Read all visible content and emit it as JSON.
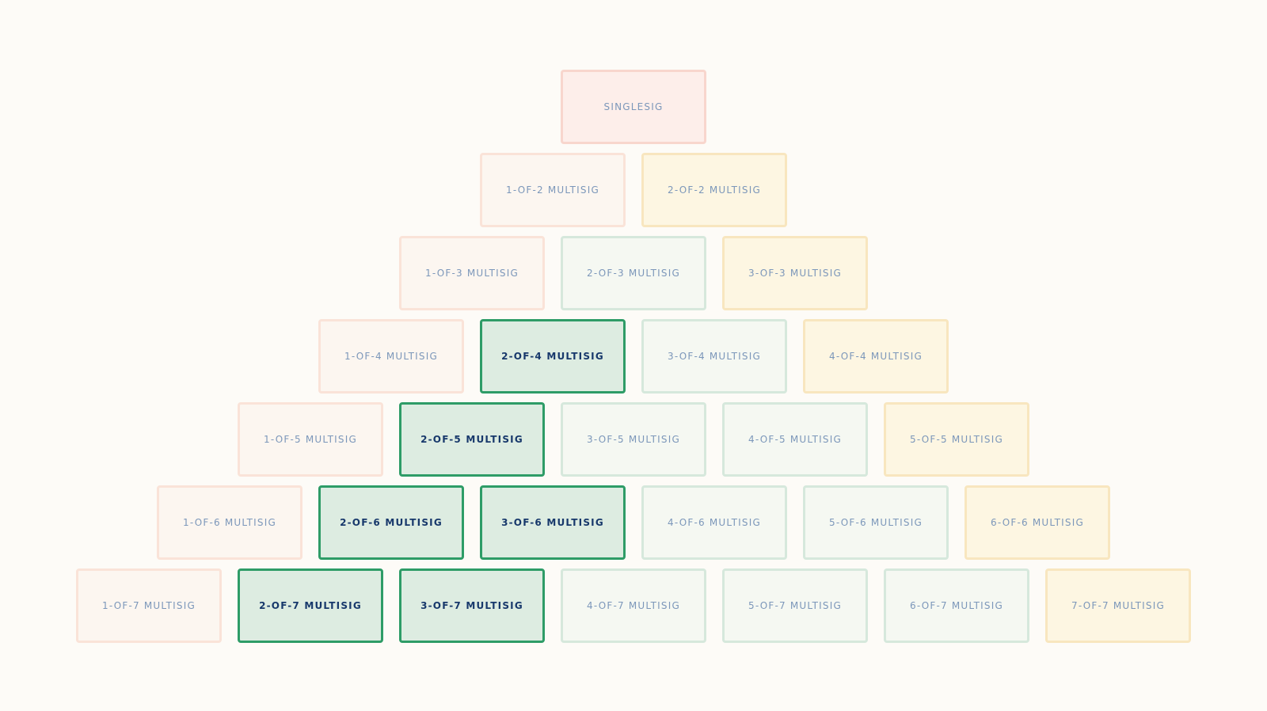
{
  "pyramid": {
    "rows": [
      [
        {
          "label": "SINGLESIG",
          "kind": "singlesig"
        }
      ],
      [
        {
          "label": "1-OF-2 MULTISIG",
          "kind": "one-of"
        },
        {
          "label": "2-OF-2 MULTISIG",
          "kind": "all-of"
        }
      ],
      [
        {
          "label": "1-OF-3 MULTISIG",
          "kind": "one-of"
        },
        {
          "label": "2-OF-3 MULTISIG",
          "kind": "mid"
        },
        {
          "label": "3-OF-3 MULTISIG",
          "kind": "all-of"
        }
      ],
      [
        {
          "label": "1-OF-4 MULTISIG",
          "kind": "one-of"
        },
        {
          "label": "2-OF-4 MULTISIG",
          "kind": "recommended"
        },
        {
          "label": "3-OF-4 MULTISIG",
          "kind": "mid"
        },
        {
          "label": "4-OF-4 MULTISIG",
          "kind": "all-of"
        }
      ],
      [
        {
          "label": "1-OF-5 MULTISIG",
          "kind": "one-of"
        },
        {
          "label": "2-OF-5 MULTISIG",
          "kind": "recommended"
        },
        {
          "label": "3-OF-5 MULTISIG",
          "kind": "mid"
        },
        {
          "label": "4-OF-5 MULTISIG",
          "kind": "mid"
        },
        {
          "label": "5-OF-5 MULTISIG",
          "kind": "all-of"
        }
      ],
      [
        {
          "label": "1-OF-6 MULTISIG",
          "kind": "one-of"
        },
        {
          "label": "2-OF-6 MULTISIG",
          "kind": "recommended"
        },
        {
          "label": "3-OF-6 MULTISIG",
          "kind": "recommended"
        },
        {
          "label": "4-OF-6 MULTISIG",
          "kind": "mid"
        },
        {
          "label": "5-OF-6 MULTISIG",
          "kind": "mid"
        },
        {
          "label": "6-OF-6 MULTISIG",
          "kind": "all-of"
        }
      ],
      [
        {
          "label": "1-OF-7 MULTISIG",
          "kind": "one-of"
        },
        {
          "label": "2-OF-7 MULTISIG",
          "kind": "recommended"
        },
        {
          "label": "3-OF-7 MULTISIG",
          "kind": "recommended"
        },
        {
          "label": "4-OF-7 MULTISIG",
          "kind": "mid"
        },
        {
          "label": "5-OF-7 MULTISIG",
          "kind": "mid"
        },
        {
          "label": "6-OF-7 MULTISIG",
          "kind": "mid"
        },
        {
          "label": "7-OF-7 MULTISIG",
          "kind": "all-of"
        }
      ]
    ]
  },
  "colors": {
    "page_background": "#fdfbf7",
    "singlesig_fill": "#fdeeea",
    "one_of_fill": "#fcf6f0",
    "all_of_fill": "#fdf6e2",
    "mid_fill": "#f5f8f2",
    "recommended_fill": "#ddece1",
    "recommended_border": "#2e9c67",
    "muted_text": "#7c97ba",
    "strong_text": "#17386b"
  }
}
